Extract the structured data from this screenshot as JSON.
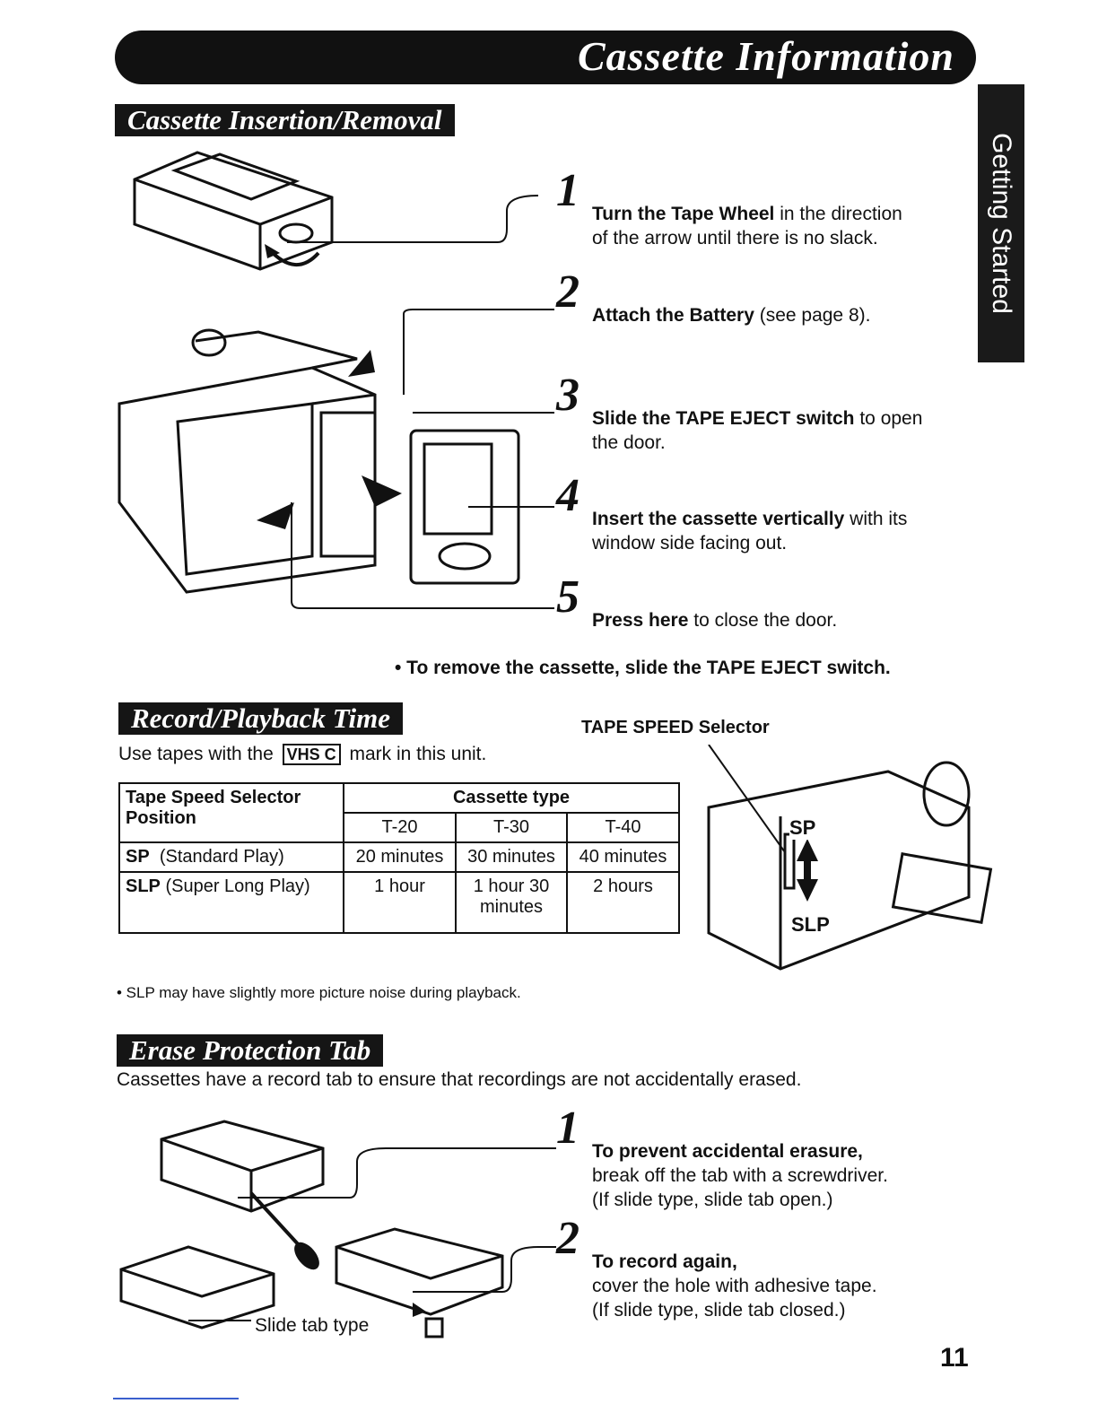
{
  "header": {
    "title": "Cassette Information"
  },
  "side_tab": {
    "label": "Getting Started"
  },
  "insertion": {
    "heading": "Cassette Insertion/Removal",
    "steps": [
      {
        "num": "1",
        "bold": "Turn the Tape Wheel",
        "rest": " in the direction",
        "line2": "of the arrow until there is no slack."
      },
      {
        "num": "2",
        "bold": "Attach the Battery",
        "rest": " (see page 8).",
        "line2": ""
      },
      {
        "num": "3",
        "bold": "Slide the TAPE EJECT switch",
        "rest": " to open",
        "line2": "the door."
      },
      {
        "num": "4",
        "bold": "Insert the cassette vertically",
        "rest": " with its",
        "line2": "window side facing out."
      },
      {
        "num": "5",
        "bold": "Press here",
        "rest": " to close the door.",
        "line2": ""
      }
    ],
    "remove_note": "• To remove the cassette, slide the TAPE EJECT switch."
  },
  "record": {
    "heading": "Record/Playback Time",
    "use_tapes_pre": "Use tapes with the",
    "vhsc_mark": "VHS C",
    "use_tapes_post": "mark in this unit.",
    "selector_label": "TAPE SPEED Selector",
    "figure_sp": "SP",
    "figure_slp": "SLP",
    "table": {
      "corner_header": "Tape Speed Selector Position",
      "group_header": "Cassette type",
      "columns": [
        "T-20",
        "T-30",
        "T-40"
      ],
      "rows": [
        {
          "mode": "SP",
          "desc": "(Standard Play)",
          "cells": [
            "20 minutes",
            "30 minutes",
            "40 minutes"
          ]
        },
        {
          "mode": "SLP",
          "desc": "(Super Long Play)",
          "cells": [
            "1 hour",
            "1 hour 30 minutes",
            "2 hours"
          ]
        }
      ]
    },
    "note": "• SLP may have slightly more picture noise during playback."
  },
  "erase": {
    "heading": "Erase Protection Tab",
    "intro": "Cassettes have a record tab to ensure that recordings are not accidentally erased.",
    "steps": [
      {
        "num": "1",
        "bold": "To prevent accidental erasure,",
        "line2": "break off the tab with a screwdriver.",
        "line3": "(If slide type, slide tab open.)"
      },
      {
        "num": "2",
        "bold": "To record again,",
        "line2": "cover the hole with adhesive tape.",
        "line3": "(If slide type, slide tab closed.)"
      }
    ],
    "slide_label": "Slide tab type"
  },
  "page_number": "11"
}
